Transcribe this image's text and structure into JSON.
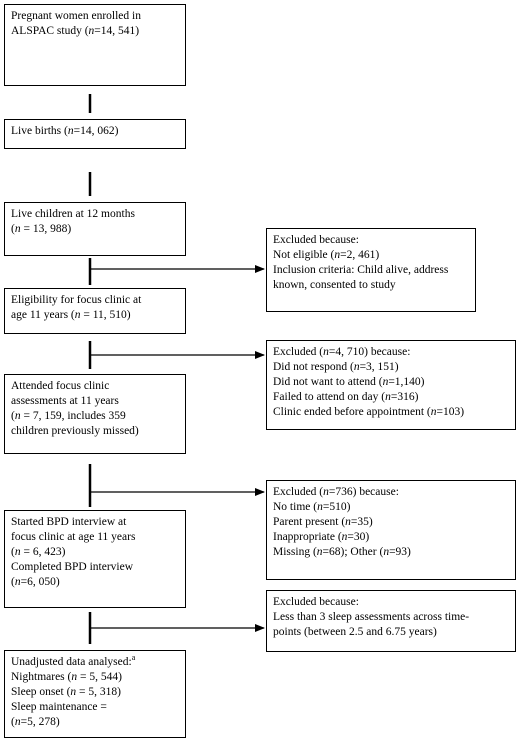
{
  "main_flow": [
    {
      "lines": [
        [
          {
            "t": "Pregnant women enrolled in"
          }
        ],
        [
          {
            "t": "ALSPAC study ("
          },
          {
            "t": "n",
            "i": true
          },
          {
            "t": "=14, 541)"
          }
        ]
      ]
    },
    {
      "lines": [
        [
          {
            "t": "Live births ("
          },
          {
            "t": "n",
            "i": true
          },
          {
            "t": "=14, 062)"
          }
        ]
      ]
    },
    {
      "lines": [
        [
          {
            "t": "Live children at 12 months"
          }
        ],
        [
          {
            "t": "("
          },
          {
            "t": "n",
            "i": true
          },
          {
            "t": " = 13, 988)"
          }
        ]
      ]
    },
    {
      "lines": [
        [
          {
            "t": "Eligibility for focus clinic at"
          }
        ],
        [
          {
            "t": "age 11 years ("
          },
          {
            "t": "n",
            "i": true
          },
          {
            "t": " = 11, 510)"
          }
        ]
      ]
    },
    {
      "lines": [
        [
          {
            "t": "Attended focus clinic"
          }
        ],
        [
          {
            "t": "assessments at 11 years"
          }
        ],
        [
          {
            "t": "("
          },
          {
            "t": "n",
            "i": true
          },
          {
            "t": " = 7, 159, includes 359"
          }
        ],
        [
          {
            "t": "children previously missed)"
          }
        ]
      ]
    },
    {
      "lines": [
        [
          {
            "t": "Started BPD interview at"
          }
        ],
        [
          {
            "t": "focus clinic at age 11 years"
          }
        ],
        [
          {
            "t": "("
          },
          {
            "t": "n",
            "i": true
          },
          {
            "t": " = 6, 423)"
          }
        ],
        [
          {
            "t": "Completed BPD interview"
          }
        ],
        [
          {
            "t": "("
          },
          {
            "t": "n",
            "i": true
          },
          {
            "t": "=6, 050)"
          }
        ]
      ]
    },
    {
      "lines": [
        [
          {
            "t": "Unadjusted data analysed:"
          },
          {
            "t": "a",
            "sup": true
          }
        ],
        [
          {
            "t": "Nightmares ("
          },
          {
            "t": "n",
            "i": true
          },
          {
            "t": " = 5, 544)"
          }
        ],
        [
          {
            "t": "Sleep onset ("
          },
          {
            "t": "n",
            "i": true
          },
          {
            "t": " = 5, 318)"
          }
        ],
        [
          {
            "t": "Sleep maintenance ="
          }
        ],
        [
          {
            "t": "("
          },
          {
            "t": "n",
            "i": true
          },
          {
            "t": "=5, 278)"
          }
        ]
      ]
    }
  ],
  "exclusions": [
    {
      "lines": [
        [
          {
            "t": "Excluded because:"
          }
        ],
        [
          {
            "t": "Not eligible ("
          },
          {
            "t": "n",
            "i": true
          },
          {
            "t": "=2, 461)"
          }
        ],
        [
          {
            "t": "Inclusion criteria: Child alive, address"
          }
        ],
        [
          {
            "t": "known, consented to study"
          }
        ]
      ]
    },
    {
      "lines": [
        [
          {
            "t": "Excluded ("
          },
          {
            "t": "n",
            "i": true
          },
          {
            "t": "=4, 710) because:"
          }
        ],
        [
          {
            "t": "Did not respond ("
          },
          {
            "t": "n",
            "i": true
          },
          {
            "t": "=3, 151)"
          }
        ],
        [
          {
            "t": "Did not want to attend ("
          },
          {
            "t": "n",
            "i": true
          },
          {
            "t": "=1,140)"
          }
        ],
        [
          {
            "t": "Failed to attend on day ("
          },
          {
            "t": "n",
            "i": true
          },
          {
            "t": "=316)"
          }
        ],
        [
          {
            "t": "Clinic ended before appointment ("
          },
          {
            "t": "n",
            "i": true
          },
          {
            "t": "=103)"
          }
        ]
      ]
    },
    {
      "lines": [
        [
          {
            "t": "Excluded ("
          },
          {
            "t": "n",
            "i": true
          },
          {
            "t": "=736) because:"
          }
        ],
        [
          {
            "t": "No time ("
          },
          {
            "t": "n",
            "i": true
          },
          {
            "t": "=510)"
          }
        ],
        [
          {
            "t": "Parent present ("
          },
          {
            "t": "n",
            "i": true
          },
          {
            "t": "=35)"
          }
        ],
        [
          {
            "t": "Inappropriate ("
          },
          {
            "t": "n",
            "i": true
          },
          {
            "t": "=30)"
          }
        ],
        [
          {
            "t": "Missing ("
          },
          {
            "t": "n",
            "i": true
          },
          {
            "t": "=68); Other ("
          },
          {
            "t": "n",
            "i": true
          },
          {
            "t": "=93)"
          }
        ]
      ]
    },
    {
      "lines": [
        [
          {
            "t": "Excluded because:"
          }
        ],
        [
          {
            "t": "Less than 3 sleep assessments across time-"
          }
        ],
        [
          {
            "t": "points (between 2.5 and 6.75 years)"
          }
        ]
      ]
    }
  ]
}
